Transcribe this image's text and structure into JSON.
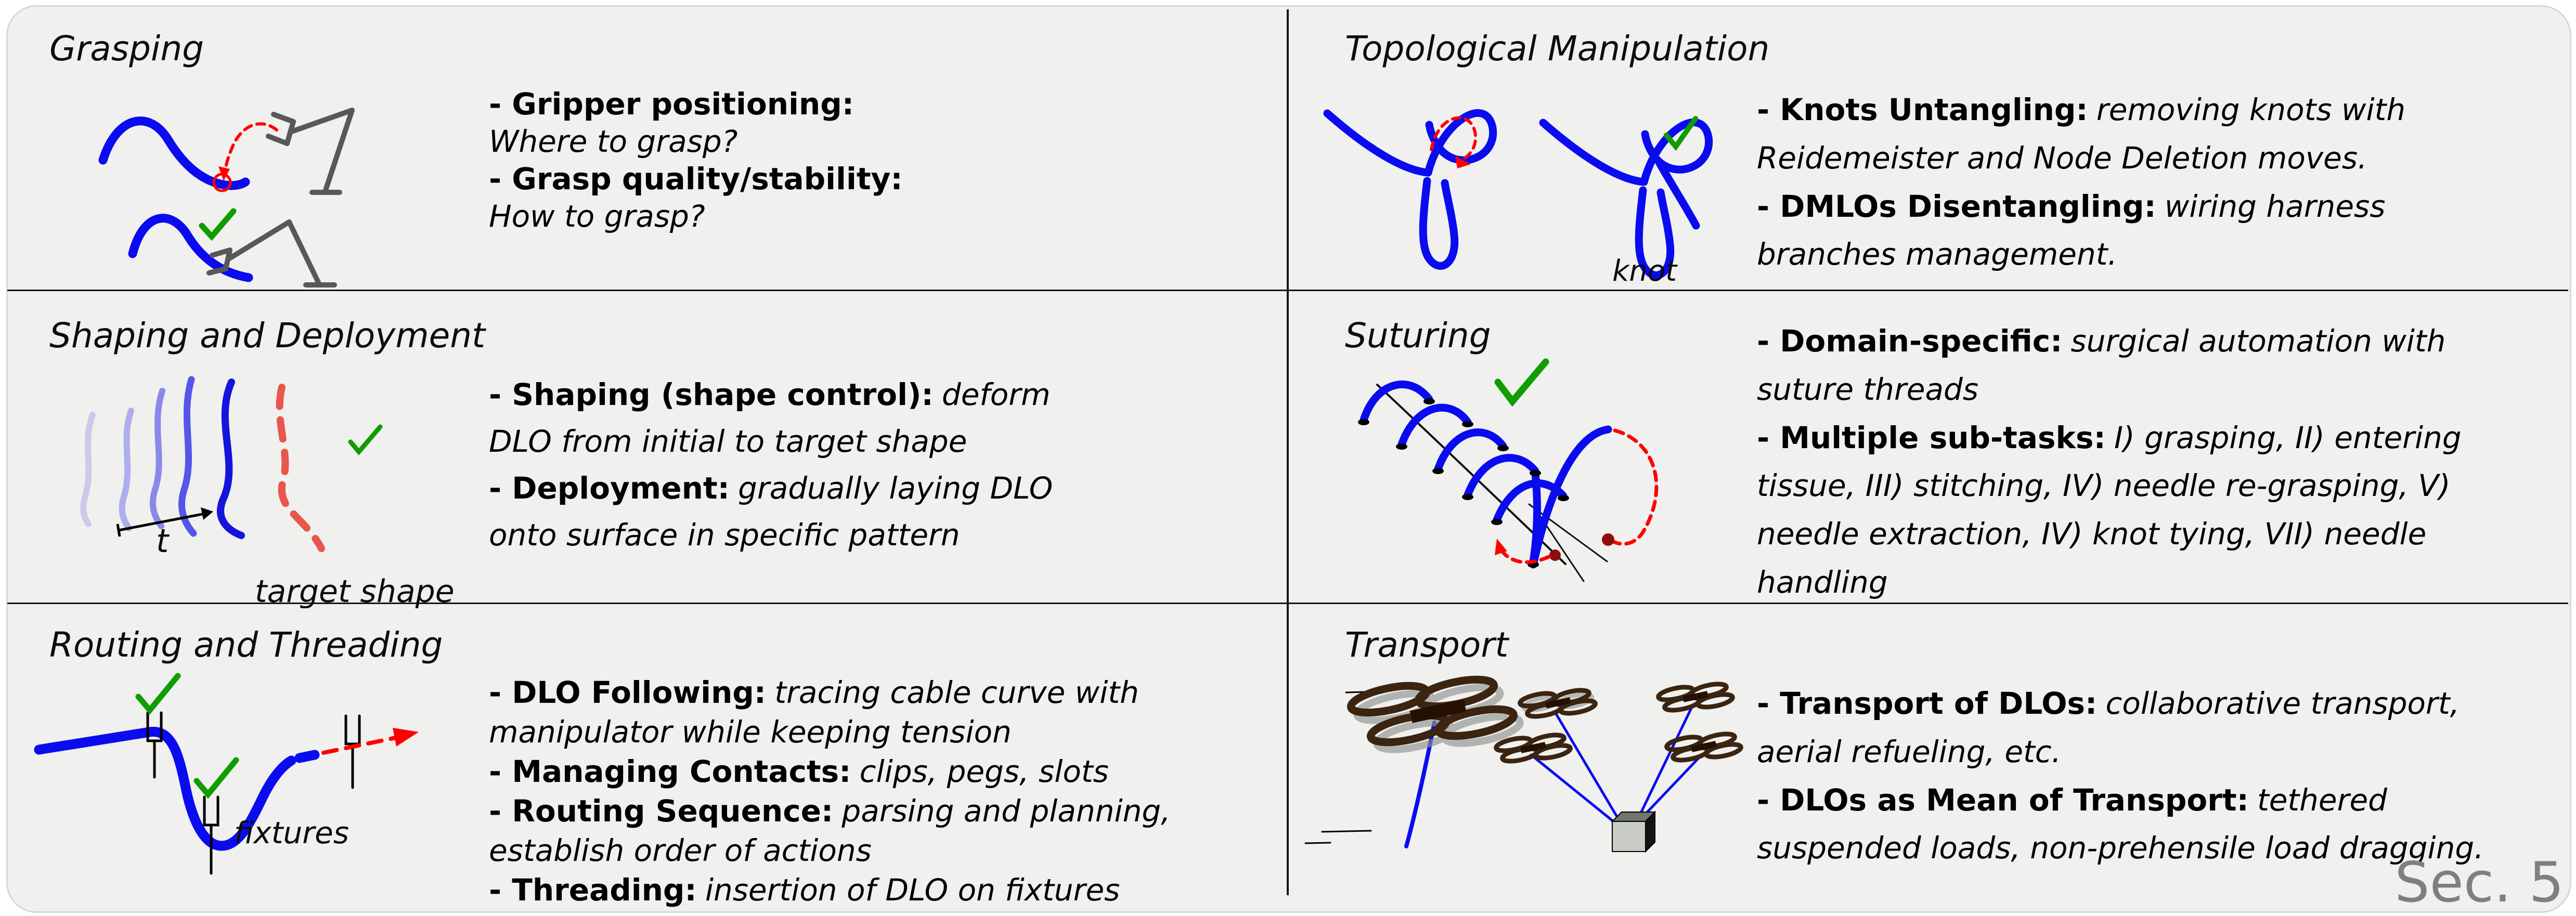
{
  "palette": {
    "panel_bg": "#f0f0ee",
    "panel_border": "#d8d8d3",
    "divider": "#161616",
    "dlo_blue": "#0b0bf0",
    "alert_red": "#ff0000",
    "target_salmon": "#e8564c",
    "dark_red_dot": "#8f0d0d",
    "check_green": "#0f9d00",
    "gripper_gray": "#585858",
    "drone_brown": "#3b2410",
    "shadow_gray": "#8f948f",
    "box_gray": "#c8ccc5",
    "footer_gray": "#7f7f7f"
  },
  "icons": {
    "success": "green-checkmark",
    "motion": "red-dashed-arrow",
    "time": "black-time-arrow"
  },
  "sections": [
    {
      "id": "grasping",
      "title": "Grasping",
      "bullets": [
        {
          "term": "- Gripper positioning:",
          "desc": "Where to grasp?"
        },
        {
          "term": "- Grasp quality/stability:",
          "desc": "How to grasp?"
        }
      ]
    },
    {
      "id": "topological-manipulation",
      "title": "Topological Manipulation",
      "label": "knot",
      "bullets": [
        {
          "term": "- Knots Untangling:",
          "desc": "removing knots with Reidemeister and Node Deletion moves."
        },
        {
          "term": "- DMLOs Disentangling:",
          "desc": "wiring harness branches management."
        }
      ]
    },
    {
      "id": "shaping-and-deployment",
      "title": "Shaping and Deployment",
      "labels": {
        "t": "t",
        "target": "target shape"
      },
      "bullets": [
        {
          "term": "- Shaping (shape control):",
          "desc": "deform DLO from initial to target shape"
        },
        {
          "term": "- Deployment:",
          "desc": "gradually laying DLO onto surface in specific pattern"
        }
      ]
    },
    {
      "id": "suturing",
      "title": "Suturing",
      "bullets": [
        {
          "term": "- Domain-specific:",
          "desc": "surgical automation with suture threads"
        },
        {
          "term": "- Multiple sub-tasks:",
          "desc": "I) grasping, II) entering tissue, III) stitching, IV) needle re-grasping, V) needle extraction, IV) knot tying, VII) needle handling"
        }
      ]
    },
    {
      "id": "routing-and-threading",
      "title": "Routing and Threading",
      "label": "fixtures",
      "bullets": [
        {
          "term": "- DLO Following:",
          "desc": "tracing cable curve with manipulator while keeping tension"
        },
        {
          "term": "- Managing Contacts:",
          "desc": "clips, pegs, slots"
        },
        {
          "term": "- Routing Sequence:",
          "desc": "parsing and planning, establish order of actions"
        },
        {
          "term": "- Threading:",
          "desc": "insertion of DLO on fixtures"
        }
      ]
    },
    {
      "id": "transport",
      "title": "Transport",
      "bullets": [
        {
          "term": "- Transport of DLOs:",
          "desc": "collaborative transport, aerial refueling, etc."
        },
        {
          "term": "- DLOs as Mean of Transport:",
          "desc": "tethered suspended loads, non-prehensile load dragging."
        }
      ]
    }
  ],
  "footer": {
    "section_ref": "Sec. 5"
  }
}
